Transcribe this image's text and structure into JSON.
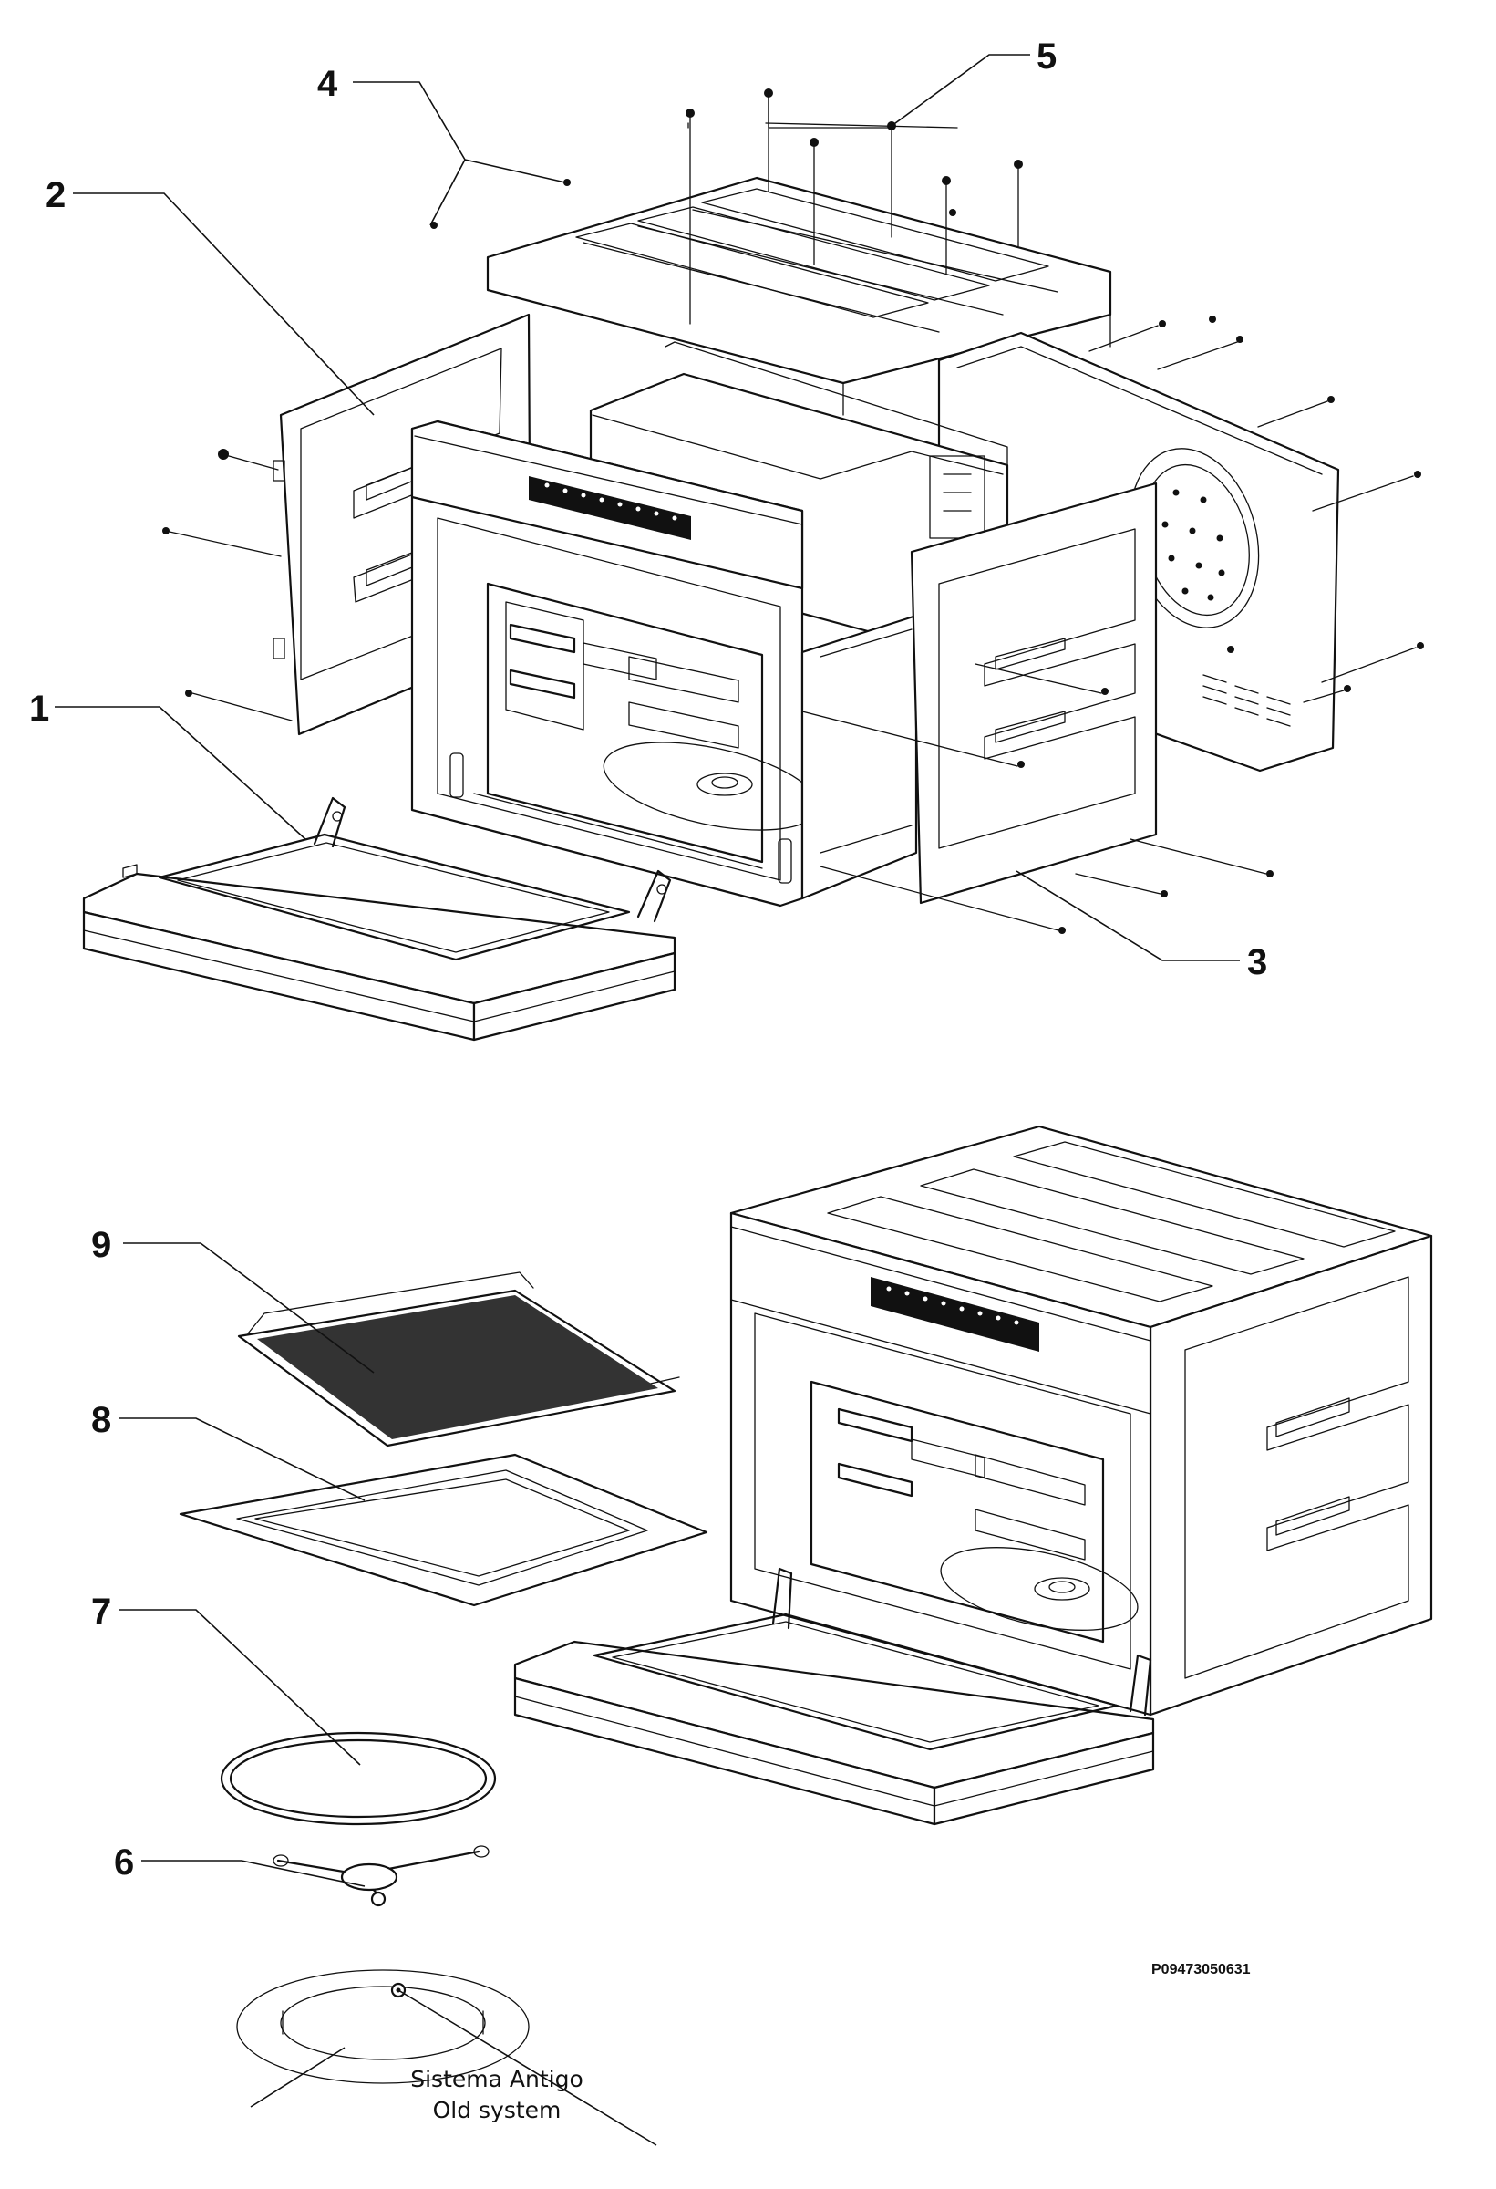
{
  "callouts": {
    "c1": "1",
    "c2": "2",
    "c3": "3",
    "c4": "4",
    "c5": "5",
    "c6": "6",
    "c7": "7",
    "c8": "8",
    "c9": "9"
  },
  "part_code": "P09473050631",
  "old_system_note": {
    "line1": "Sistema Antigo",
    "line2": "Old system"
  }
}
